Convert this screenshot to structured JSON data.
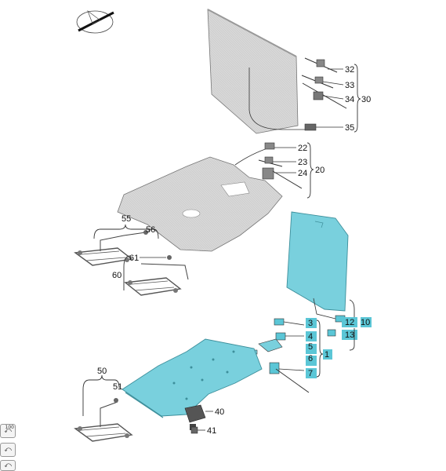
{
  "labels": {
    "l1": "1",
    "l3": "3",
    "l4": "4",
    "l5": "5",
    "l6": "6",
    "l7": "7",
    "l10": "10",
    "l12": "12",
    "l13": "13",
    "l20": "20",
    "l22": "22",
    "l23": "23",
    "l24": "24",
    "l30": "30",
    "l32": "32",
    "l33": "33",
    "l34": "34",
    "l35": "35",
    "l40": "40",
    "l41": "41",
    "l50": "50",
    "l51": "51",
    "l55": "55",
    "l56": "56",
    "l60": "60",
    "l61": "61"
  },
  "toolbar": {
    "zoom_badge": "100",
    "zoom_icon": "zoom-reset-icon",
    "fit_icon": "zoom-fit-icon",
    "zoom_in_icon": "zoom-in-icon"
  },
  "colors": {
    "highlight": "#5bc6d6",
    "part_fill": "#d9d9d9",
    "highlight_part": "#79d0dd"
  }
}
